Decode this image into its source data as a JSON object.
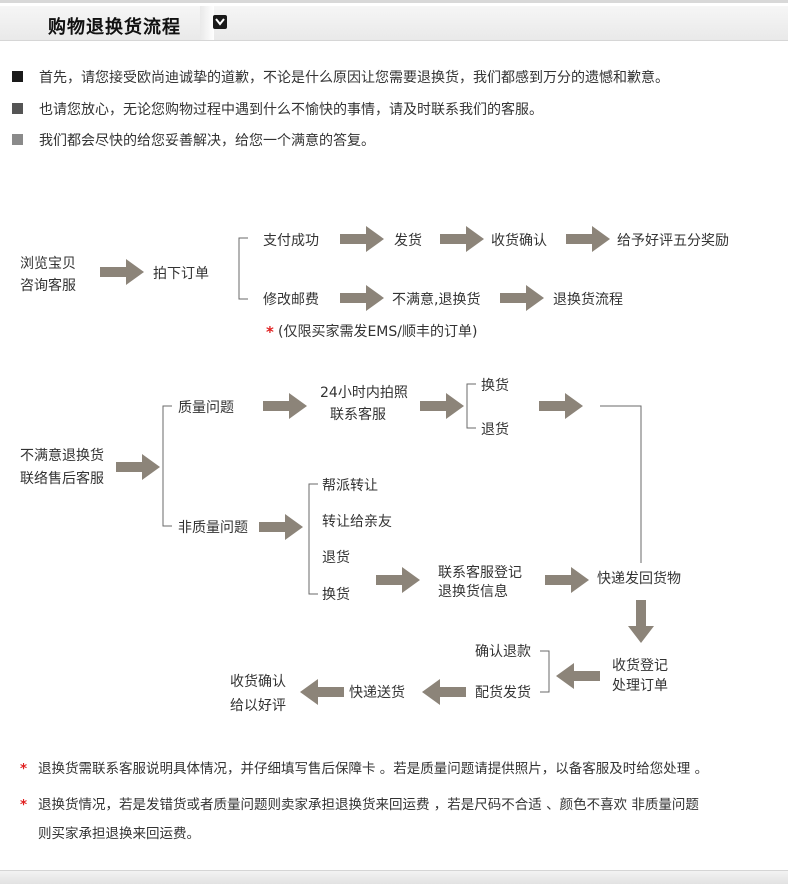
{
  "header": {
    "title": "购物退换货流程"
  },
  "bullets": [
    {
      "text": "首先，请您接受欧尚迪诚挚的道歉，不论是什么原因让您需要退换货，我们都感到万分的遗憾和歉意。",
      "color": "#1a1a1a"
    },
    {
      "text": "也请您放心，无论您购物过程中遇到什么不愉快的事情，请及时联系我们的客服。",
      "color": "#555555"
    },
    {
      "text": "我们都会尽快的给您妥善解决，给您一个满意的答复。",
      "color": "#8a8a8a"
    }
  ],
  "flow1": {
    "start_l1": "浏览宝贝",
    "start_l2": "咨询客服",
    "order": "拍下订单",
    "pay": "支付成功",
    "ship": "发货",
    "receive": "收货确认",
    "review": "给予好评五分奖励",
    "modify": "修改邮费",
    "unsatisfied": "不满意,退换货",
    "return_flow": "退换货流程",
    "note_star": "*",
    "note": "(仅限买家需发EMS/顺丰的订单)"
  },
  "flow2": {
    "start_l1": "不满意退换货",
    "start_l2": "联络售后客服",
    "quality": "质量问题",
    "photo_l1": "24小时内拍照",
    "photo_l2": "联系客服",
    "exchange": "换货",
    "refund_goods": "退货",
    "nonquality": "非质量问题",
    "gift1": "帮派转让",
    "gift2": "转让给亲友",
    "return2": "退货",
    "exchange2": "换货",
    "register_l1": "联系客服登记",
    "register_l2": "退换货信息",
    "express_back": "快递发回货物",
    "recv_l1": "收货登记",
    "recv_l2": "处理订单",
    "confirm_refund": "确认退款",
    "reship": "配货发货",
    "express_send": "快递送货",
    "end_l1": "收货确认",
    "end_l2": "给以好评"
  },
  "notes": {
    "star": "*",
    "note1": "退换货需联系客服说明具体情况，并仔细填写售后保障卡 。若是质量问题请提供照片，以备客服及时给您处理 。",
    "note2_l1": "退换货情况，若是发错货或者质量问题则卖家承担退换货来回运费 ，若是尺码不合适 、颜色不喜欢  非质量问题",
    "note2_l2": "则买家承担退换来回运费。"
  },
  "colors": {
    "arrow": "#8c8479",
    "line": "#6a6a6a",
    "star": "#e02020"
  },
  "icons": {
    "header_button": "chevron-down-icon"
  }
}
